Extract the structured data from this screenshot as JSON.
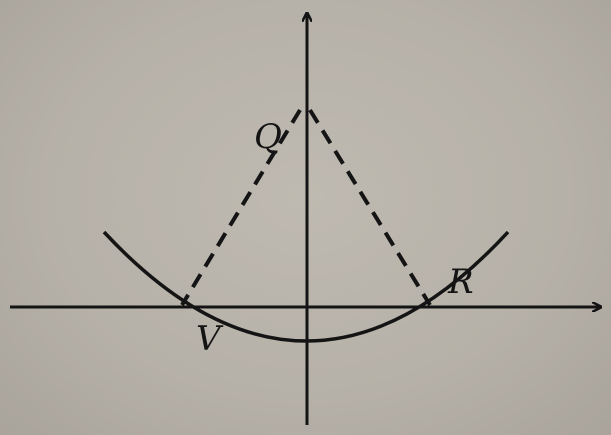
{
  "figure": {
    "labels": {
      "Q": "Q",
      "R": "R",
      "V": "V"
    }
  }
}
